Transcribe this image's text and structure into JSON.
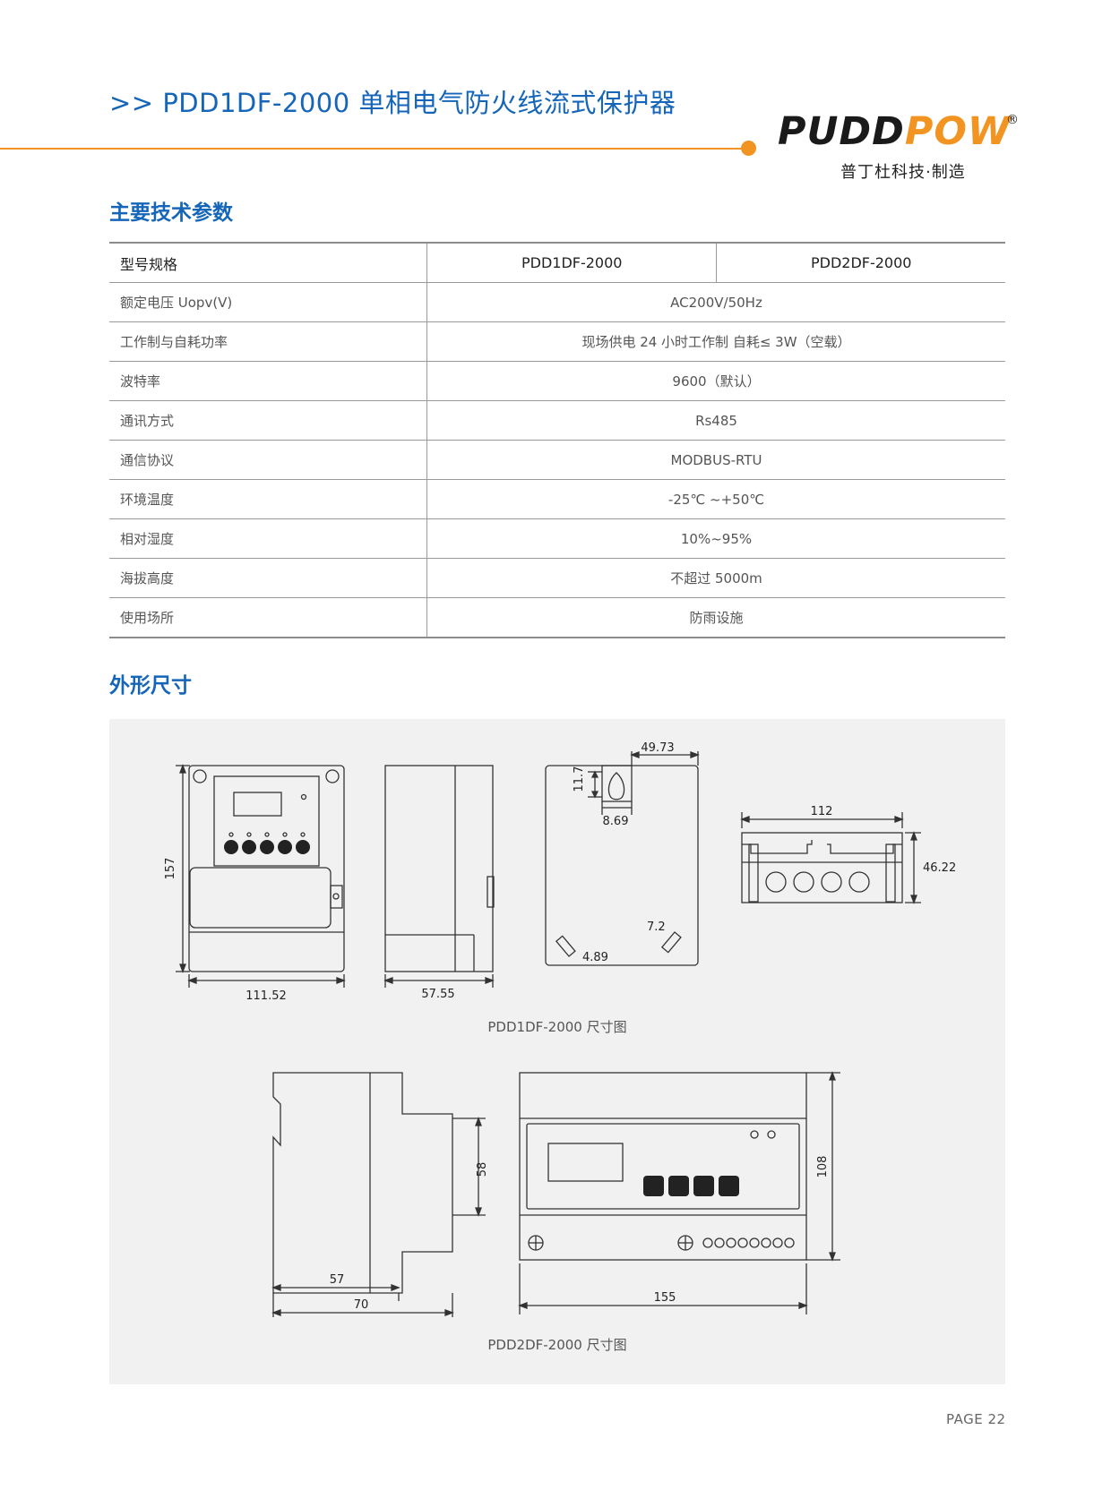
{
  "header": {
    "title": ">> PDD1DF-2000 单相电气防火线流式保护器",
    "logo_part1": "PUDD",
    "logo_part2": "POW",
    "logo_reg": "®",
    "logo_sub": "普丁杜科技·制造"
  },
  "colors": {
    "accent_blue": "#1565b8",
    "accent_orange": "#f29422"
  },
  "specs": {
    "section_title": "主要技术参数",
    "header": [
      "型号规格",
      "PDD1DF-2000",
      "PDD2DF-2000"
    ],
    "rows": [
      {
        "label": "额定电压 Uopv(V)",
        "value": "AC200V/50Hz"
      },
      {
        "label": "工作制与自耗功率",
        "value": "现场供电 24 小时工作制 自耗≤ 3W（空载）"
      },
      {
        "label": "波特率",
        "value": "9600（默认）"
      },
      {
        "label": "通讯方式",
        "value": "Rs485"
      },
      {
        "label": "通信协议",
        "value": "MODBUS-RTU"
      },
      {
        "label": "环境温度",
        "value": "-25℃ ~+50℃"
      },
      {
        "label": "相对湿度",
        "value": "10%~95%"
      },
      {
        "label": "海拔高度",
        "value": "不超过 5000m"
      },
      {
        "label": "使用场所",
        "value": "防雨设施"
      }
    ]
  },
  "dimensions": {
    "section_title": "外形尺寸",
    "pdd1": {
      "caption": "PDD1DF-2000 尺寸图",
      "height": "157",
      "width": "111.52",
      "depth": "57.55",
      "hole_spacing": "49.73",
      "hole_height": "11.7",
      "hole_width": "8.69",
      "slot_left": "4.89",
      "slot_right": "7.2",
      "bottom_width": "112",
      "bottom_height": "46.22"
    },
    "pdd2": {
      "caption": "PDD2DF-2000 尺寸图",
      "rail_height": "58",
      "depth_inner": "57",
      "depth_total": "70",
      "height": "108",
      "width": "155"
    }
  },
  "footer": {
    "page": "PAGE  22"
  }
}
